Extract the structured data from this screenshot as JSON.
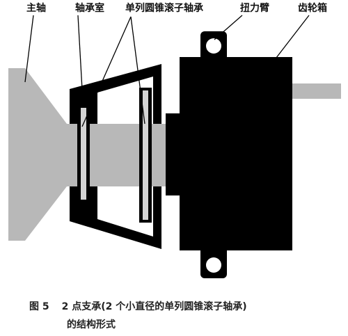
{
  "labels": {
    "main_shaft": "主轴",
    "bearing_housing": "轴承室",
    "bearing": "单列圆锥滚子轴承",
    "torque_arm": "扭力臂",
    "gearbox": "齿轮箱"
  },
  "caption": {
    "figure_no": "图 5",
    "line1": "2 点支承(2 个小直径的单列圆锥滚子轴承)",
    "line2": "的结构形式"
  },
  "colors": {
    "shaft_gray": "#b8b8b8",
    "bearing_gray": "#d4d4d4",
    "component_black": "#000000",
    "line_black": "#000000",
    "background": "#ffffff"
  }
}
